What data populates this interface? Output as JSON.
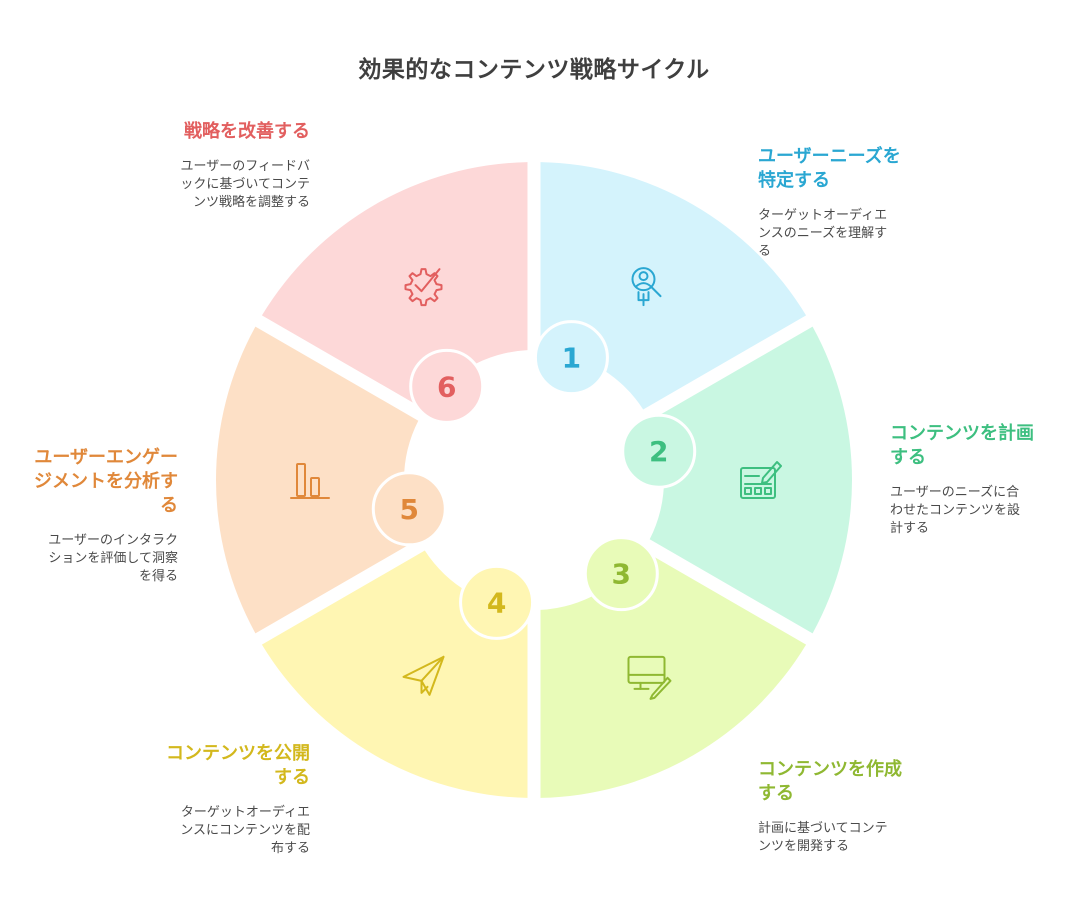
{
  "title": "効果的なコンテンツ戦略サイクル",
  "steps": [
    {
      "number": "1",
      "heading": "ユーザーニーズを特定する",
      "description": "ターゲットオーディエンスのニーズを理解する",
      "color": "#2aa7d2",
      "fill": "#d4f3fc",
      "icon": "user-search-icon"
    },
    {
      "number": "2",
      "heading": "コンテンツを計画する",
      "description": "ユーザーのニーズに合わせたコンテンツを設計する",
      "color": "#3dbf80",
      "fill": "#c9f7e2",
      "icon": "planning-board-icon"
    },
    {
      "number": "3",
      "heading": "コンテンツを作成する",
      "description": "計画に基づいてコンテンツを開発する",
      "color": "#8fb832",
      "fill": "#e8fbb8",
      "icon": "monitor-pen-icon"
    },
    {
      "number": "4",
      "heading": "コンテンツを公開する",
      "description": "ターゲットオーディエンスにコンテンツを配布する",
      "color": "#d3b81d",
      "fill": "#fff6b3",
      "icon": "paper-plane-icon"
    },
    {
      "number": "5",
      "heading": "ユーザーエンゲージメントを分析する",
      "description": "ユーザーのインタラクションを評価して洞察を得る",
      "color": "#e0883a",
      "fill": "#fde0c6",
      "icon": "bar-chart-icon"
    },
    {
      "number": "6",
      "heading": "戦略を改善する",
      "description": "ユーザーのフィードバックに基づいてコンテンツ戦略を調整する",
      "color": "#e25f5f",
      "fill": "#fdd8d8",
      "icon": "gear-check-icon"
    }
  ]
}
